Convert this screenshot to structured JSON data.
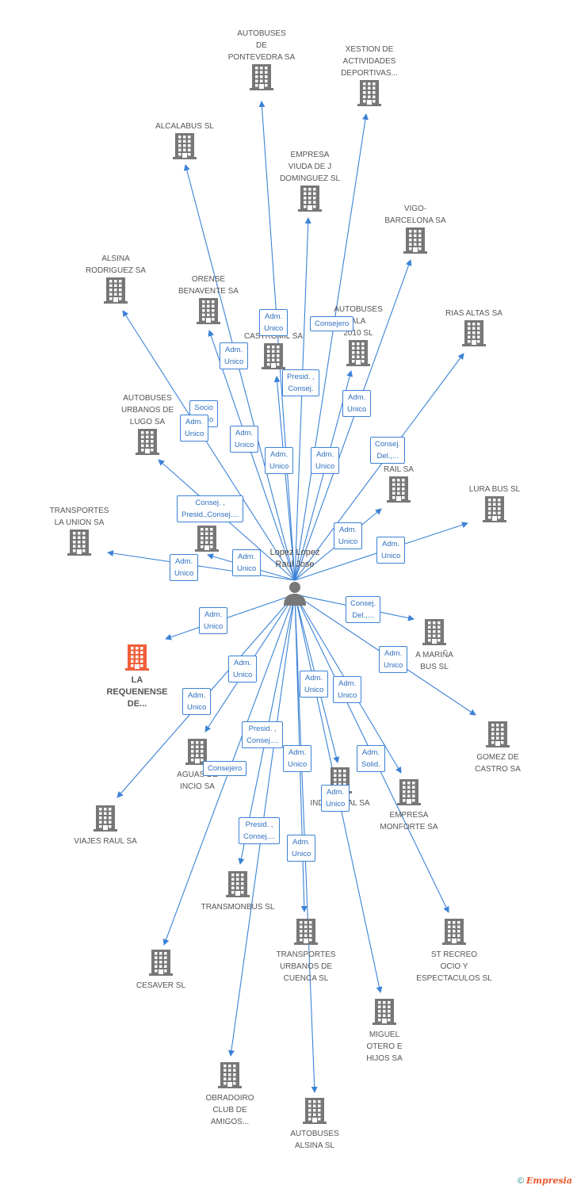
{
  "person": {
    "name": "Lopez Lopez\nRaul Jose",
    "icon": "person-icon"
  },
  "colors": {
    "edge": "#3b82d6",
    "building": "#777777",
    "focus": "#f0603a"
  },
  "companies": [
    {
      "id": "autobuses-pontevedra",
      "label": "AUTOBUSES\nDE\nPONTEVEDRA SA"
    },
    {
      "id": "xestion",
      "label": "XESTION DE\nACTIVIDADES\nDEPORTIVAS..."
    },
    {
      "id": "alcalabus",
      "label": "ALCALABUS SL"
    },
    {
      "id": "empresa-viuda",
      "label": "EMPRESA\nVIUDA DE J\nDOMINGUEZ SL"
    },
    {
      "id": "vigo-barcelona",
      "label": "VIGO-\nBARCELONA SA"
    },
    {
      "id": "alsina-rodriguez",
      "label": "ALSINA\nRODRIGUEZ SA"
    },
    {
      "id": "orense-benavente",
      "label": "ORENSE\nBENAVENTE SA"
    },
    {
      "id": "autobuses-ala",
      "label": "AUTOBUSES\nALA\n2010 SL"
    },
    {
      "id": "rias-altas",
      "label": "RIAS ALTAS SA"
    },
    {
      "id": "castromil",
      "label": "CASTROMIL SA"
    },
    {
      "id": "autobuses-lugo",
      "label": "AUTOBUSES\nURBANOS DE\nLUGO SA"
    },
    {
      "id": "rail",
      "label": "RAIL SA"
    },
    {
      "id": "lura-bus",
      "label": "LURA BUS  SL"
    },
    {
      "id": "transportes-union",
      "label": "TRANSPORTES\nLA UNION SA"
    },
    {
      "id": "unnamed-bldg",
      "label": ""
    },
    {
      "id": "la-requenense",
      "label": "LA\nREQUENENSE\nDE...",
      "focus": true
    },
    {
      "id": "marina-bus",
      "label": "A MARIÑA\nBUS SL"
    },
    {
      "id": "gomez-castro",
      "label": "GOMEZ DE\nCASTRO SA"
    },
    {
      "id": "aguas-incio",
      "label": "AGUAS DE\nINCIO SA"
    },
    {
      "id": "industrial",
      "label": "INDUSTRIAL SA"
    },
    {
      "id": "empresa-monforte",
      "label": "EMPRESA\nMONFORTE SA"
    },
    {
      "id": "viajes-raul",
      "label": "VIAJES RAUL SA"
    },
    {
      "id": "transmonbus",
      "label": "TRANSMONBUS SL"
    },
    {
      "id": "transportes-cuenca",
      "label": "TRANSPORTES\nURBANOS DE\nCUENCA SL"
    },
    {
      "id": "st-recreo",
      "label": "ST RECREO\nOCIO Y\nESPECTACULOS SL"
    },
    {
      "id": "cesaver",
      "label": "CESAVER SL"
    },
    {
      "id": "miguel-otero",
      "label": "MIGUEL\nOTERO E\nHIJOS SA"
    },
    {
      "id": "obradoiro",
      "label": "OBRADOIRO\nCLUB DE\nAMIGOS..."
    },
    {
      "id": "autobuses-alsina",
      "label": "AUTOBUSES\nALSINA SL"
    }
  ],
  "relations": [
    {
      "id": "r1",
      "label": "Adm.\nUnico"
    },
    {
      "id": "r2",
      "label": "Consejero"
    },
    {
      "id": "r3",
      "label": "Adm.\nUnico"
    },
    {
      "id": "r4",
      "label": "Presid. ,\nConsej."
    },
    {
      "id": "r5",
      "label": "Adm.\nUnico"
    },
    {
      "id": "r6",
      "label": "Socio\nÚnico"
    },
    {
      "id": "r7",
      "label": "Adm.\nUnico"
    },
    {
      "id": "r8",
      "label": "Adm.\nUnico"
    },
    {
      "id": "r9",
      "label": "Adm.\nUnico"
    },
    {
      "id": "r10",
      "label": "Adm.\nUnico"
    },
    {
      "id": "r11",
      "label": "Consej.\nDel.,..."
    },
    {
      "id": "r12",
      "label": "Consej. ,\nPresid.,Consej...."
    },
    {
      "id": "r13",
      "label": "Adm.\nUnico"
    },
    {
      "id": "r14",
      "label": "Adm.\nUnico"
    },
    {
      "id": "r15",
      "label": "Adm.\nUnico"
    },
    {
      "id": "r16",
      "label": "Adm.\nUnico"
    },
    {
      "id": "r17",
      "label": "Adm.\nUnico"
    },
    {
      "id": "r18",
      "label": "Consej.\nDel.,..."
    },
    {
      "id": "r19",
      "label": "Adm.\nUnico"
    },
    {
      "id": "r20",
      "label": "Adm.\nUnico"
    },
    {
      "id": "r21",
      "label": "Adm.\nUnico"
    },
    {
      "id": "r22",
      "label": "Adm.\nUnico"
    },
    {
      "id": "r23",
      "label": "Adm.\nUnico"
    },
    {
      "id": "r24",
      "label": "Presid. ,\nConsej...."
    },
    {
      "id": "r25",
      "label": "Consejero"
    },
    {
      "id": "r26",
      "label": "Adm.\nUnico"
    },
    {
      "id": "r27",
      "label": "Adm.\nSolid."
    },
    {
      "id": "r28",
      "label": "Adm.\nUnico"
    },
    {
      "id": "r29",
      "label": "Presid. ,\nConsej...."
    },
    {
      "id": "r30",
      "label": "Adm.\nUnico"
    }
  ],
  "footer": {
    "copyright": "©",
    "brand": "Empresia"
  }
}
